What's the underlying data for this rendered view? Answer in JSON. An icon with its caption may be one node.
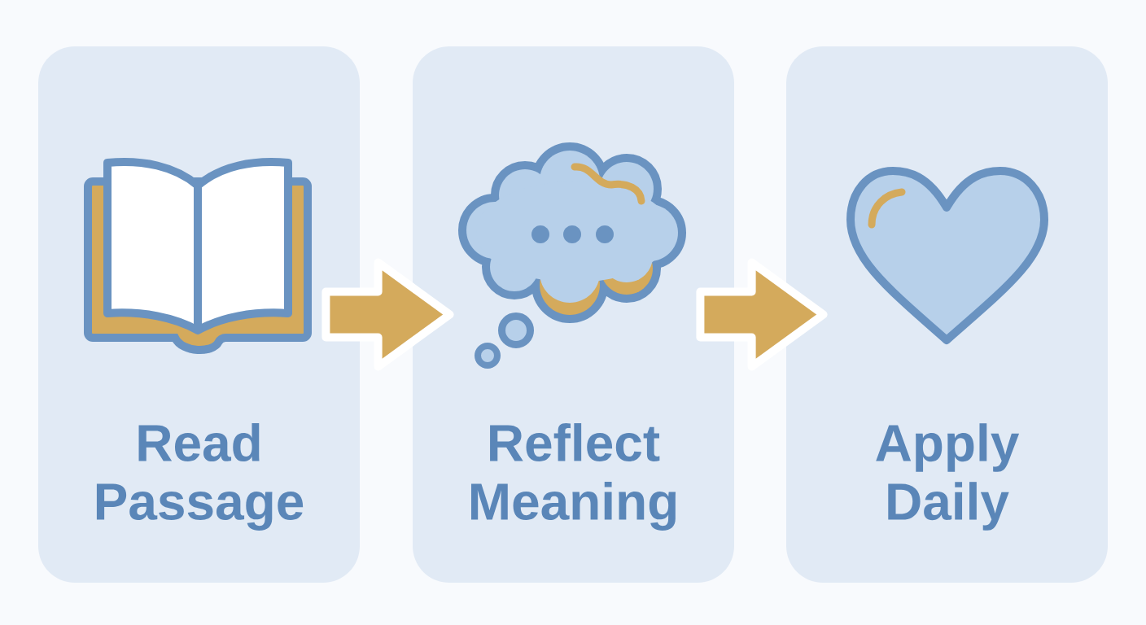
{
  "diagram": {
    "nodes": [
      {
        "text": [
          "Read Passage"
        ]
      },
      {
        "text": [
          "Reflect Meaning"
        ]
      },
      {
        "text": [
          "Apply Daily"
        ]
      }
    ],
    "edges": [
      {
        "from": 0,
        "to": 1,
        "arrow": "to"
      },
      {
        "from": 1,
        "to": 2,
        "arrow": "to"
      }
    ]
  }
}
